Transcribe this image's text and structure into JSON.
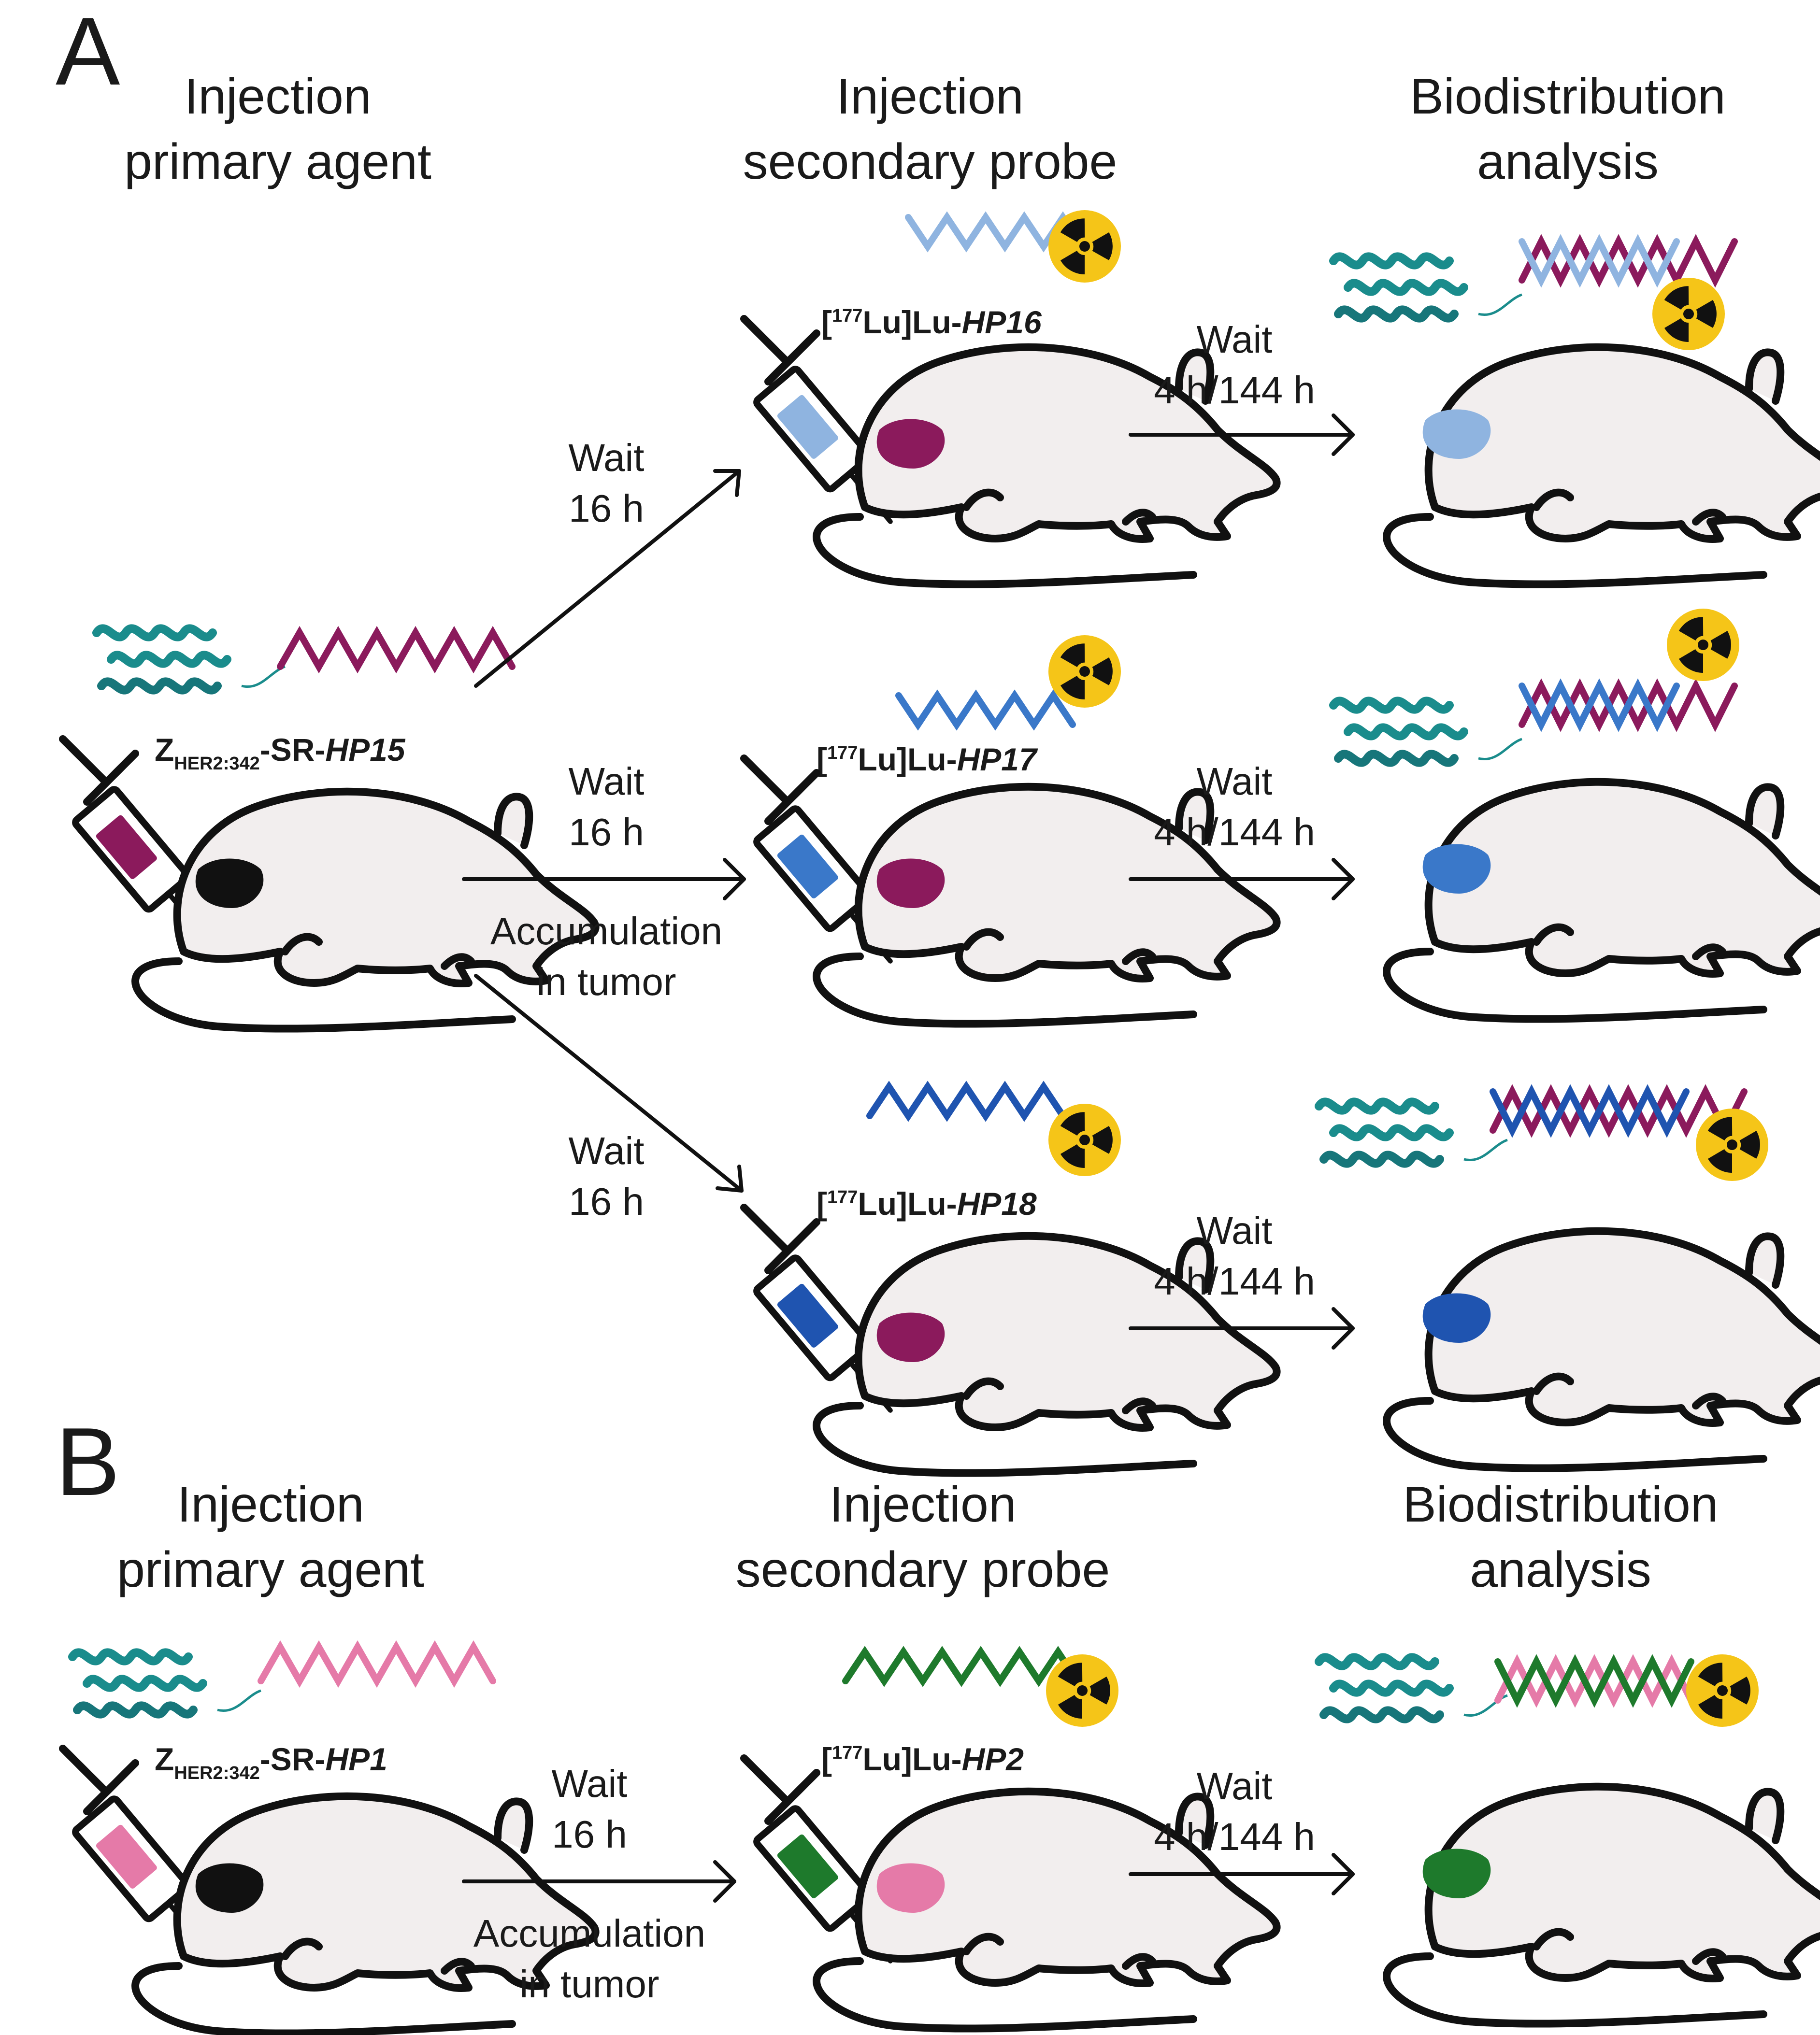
{
  "panels": {
    "a": {
      "letter": "A",
      "columns": {
        "primary": [
          "Injection",
          "primary agent"
        ],
        "secondary": [
          "Injection",
          "secondary probe"
        ],
        "analysis": [
          "Biodistribution",
          "analysis"
        ]
      },
      "primary_agent": {
        "name": "Z",
        "sub": "HER2:342",
        "suffix": "-SR-",
        "hairpin": "HP15",
        "color": "#8b1a5c"
      },
      "wait_primary": {
        "line1": "Wait",
        "line2": "16 h"
      },
      "accumulation": {
        "line1": "Accumulation",
        "line2": "in tumor"
      },
      "probes": [
        {
          "prefix": "[",
          "sup": "177",
          "mid": "Lu]Lu-",
          "hairpin": "HP16",
          "color": "#8fb4e0",
          "tumor_color": "#8b1a5c"
        },
        {
          "prefix": "[",
          "sup": "177",
          "mid": "Lu]Lu-",
          "hairpin": "HP17",
          "color": "#3a78c9",
          "tumor_color": "#8b1a5c"
        },
        {
          "prefix": "[",
          "sup": "177",
          "mid": "Lu]Lu-",
          "hairpin": "HP18",
          "color": "#1f54b0",
          "tumor_color": "#8b1a5c"
        }
      ],
      "wait_secondary": {
        "line1": "Wait",
        "line2": "4 h/144 h"
      }
    },
    "b": {
      "letter": "B",
      "columns": {
        "primary": [
          "Injection",
          "primary agent"
        ],
        "secondary": [
          "Injection",
          "secondary probe"
        ],
        "analysis": [
          "Biodistribution",
          "analysis"
        ]
      },
      "primary_agent": {
        "name": "Z",
        "sub": "HER2:342",
        "suffix": "-SR-",
        "hairpin": "HP1",
        "color": "#e57aa8"
      },
      "wait_primary": {
        "line1": "Wait",
        "line2": "16 h"
      },
      "accumulation": {
        "line1": "Accumulation",
        "line2": "in tumor"
      },
      "probe": {
        "prefix": "[",
        "sup": "177",
        "mid": "Lu]Lu-",
        "hairpin": "HP2",
        "color": "#1e7a2c",
        "tumor_color": "#e57aa8"
      },
      "wait_secondary": {
        "line1": "Wait",
        "line2": "4 h/144 h"
      }
    }
  },
  "colors": {
    "protein": "#1a8c8c",
    "radiation_bg": "#f5c518",
    "radiation_fg": "#111111",
    "mouse_fill": "#f2eeee",
    "tumor_untreated": "#111111"
  },
  "icons": [
    "syringe-icon",
    "mouse-icon",
    "radiation-icon",
    "affibody-protein-icon",
    "dna-strand-icon",
    "dna-duplex-icon",
    "tumor-icon",
    "arrow-icon"
  ]
}
